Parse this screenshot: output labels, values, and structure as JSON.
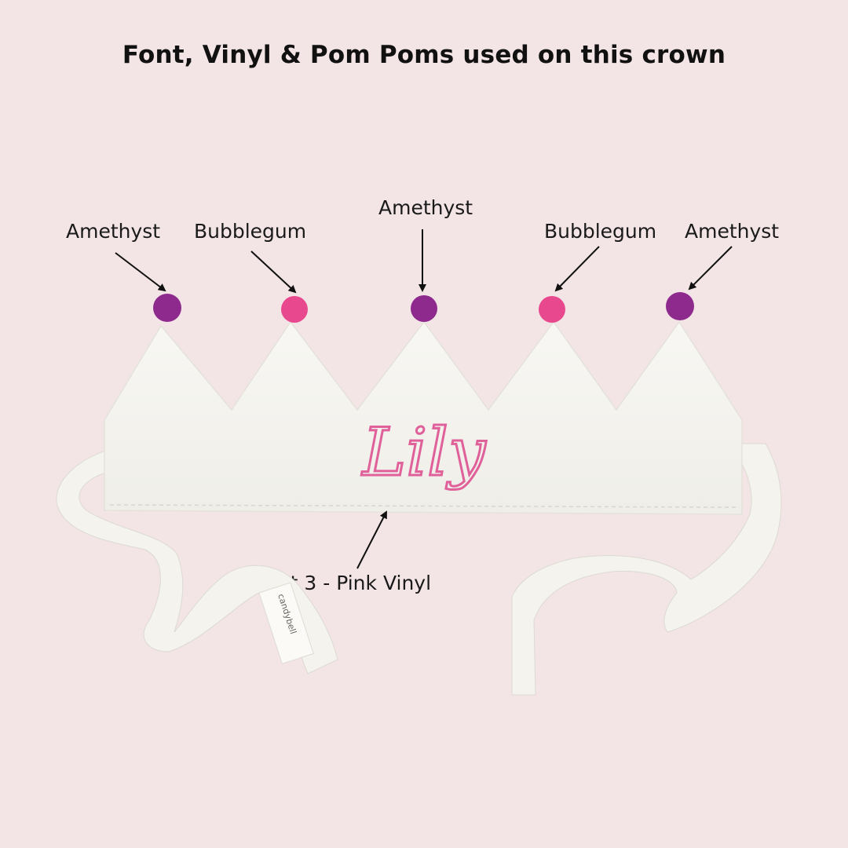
{
  "heading": "Font, Vinyl & Pom Poms used on this crown",
  "pompom_labels": [
    "Amethyst",
    "Bubblegum",
    "Amethyst",
    "Bubblegum",
    "Amethyst"
  ],
  "font_label": "Font 3 - Pink Vinyl",
  "crown_name": "Lily",
  "tag_text": "candybell",
  "colors": {
    "background": "#f3e4e5",
    "amethyst": "#8e2a8e",
    "bubblegum": "#e8488e",
    "vinyl_pink": "#e0609a",
    "fabric": "#f7f6f1"
  }
}
